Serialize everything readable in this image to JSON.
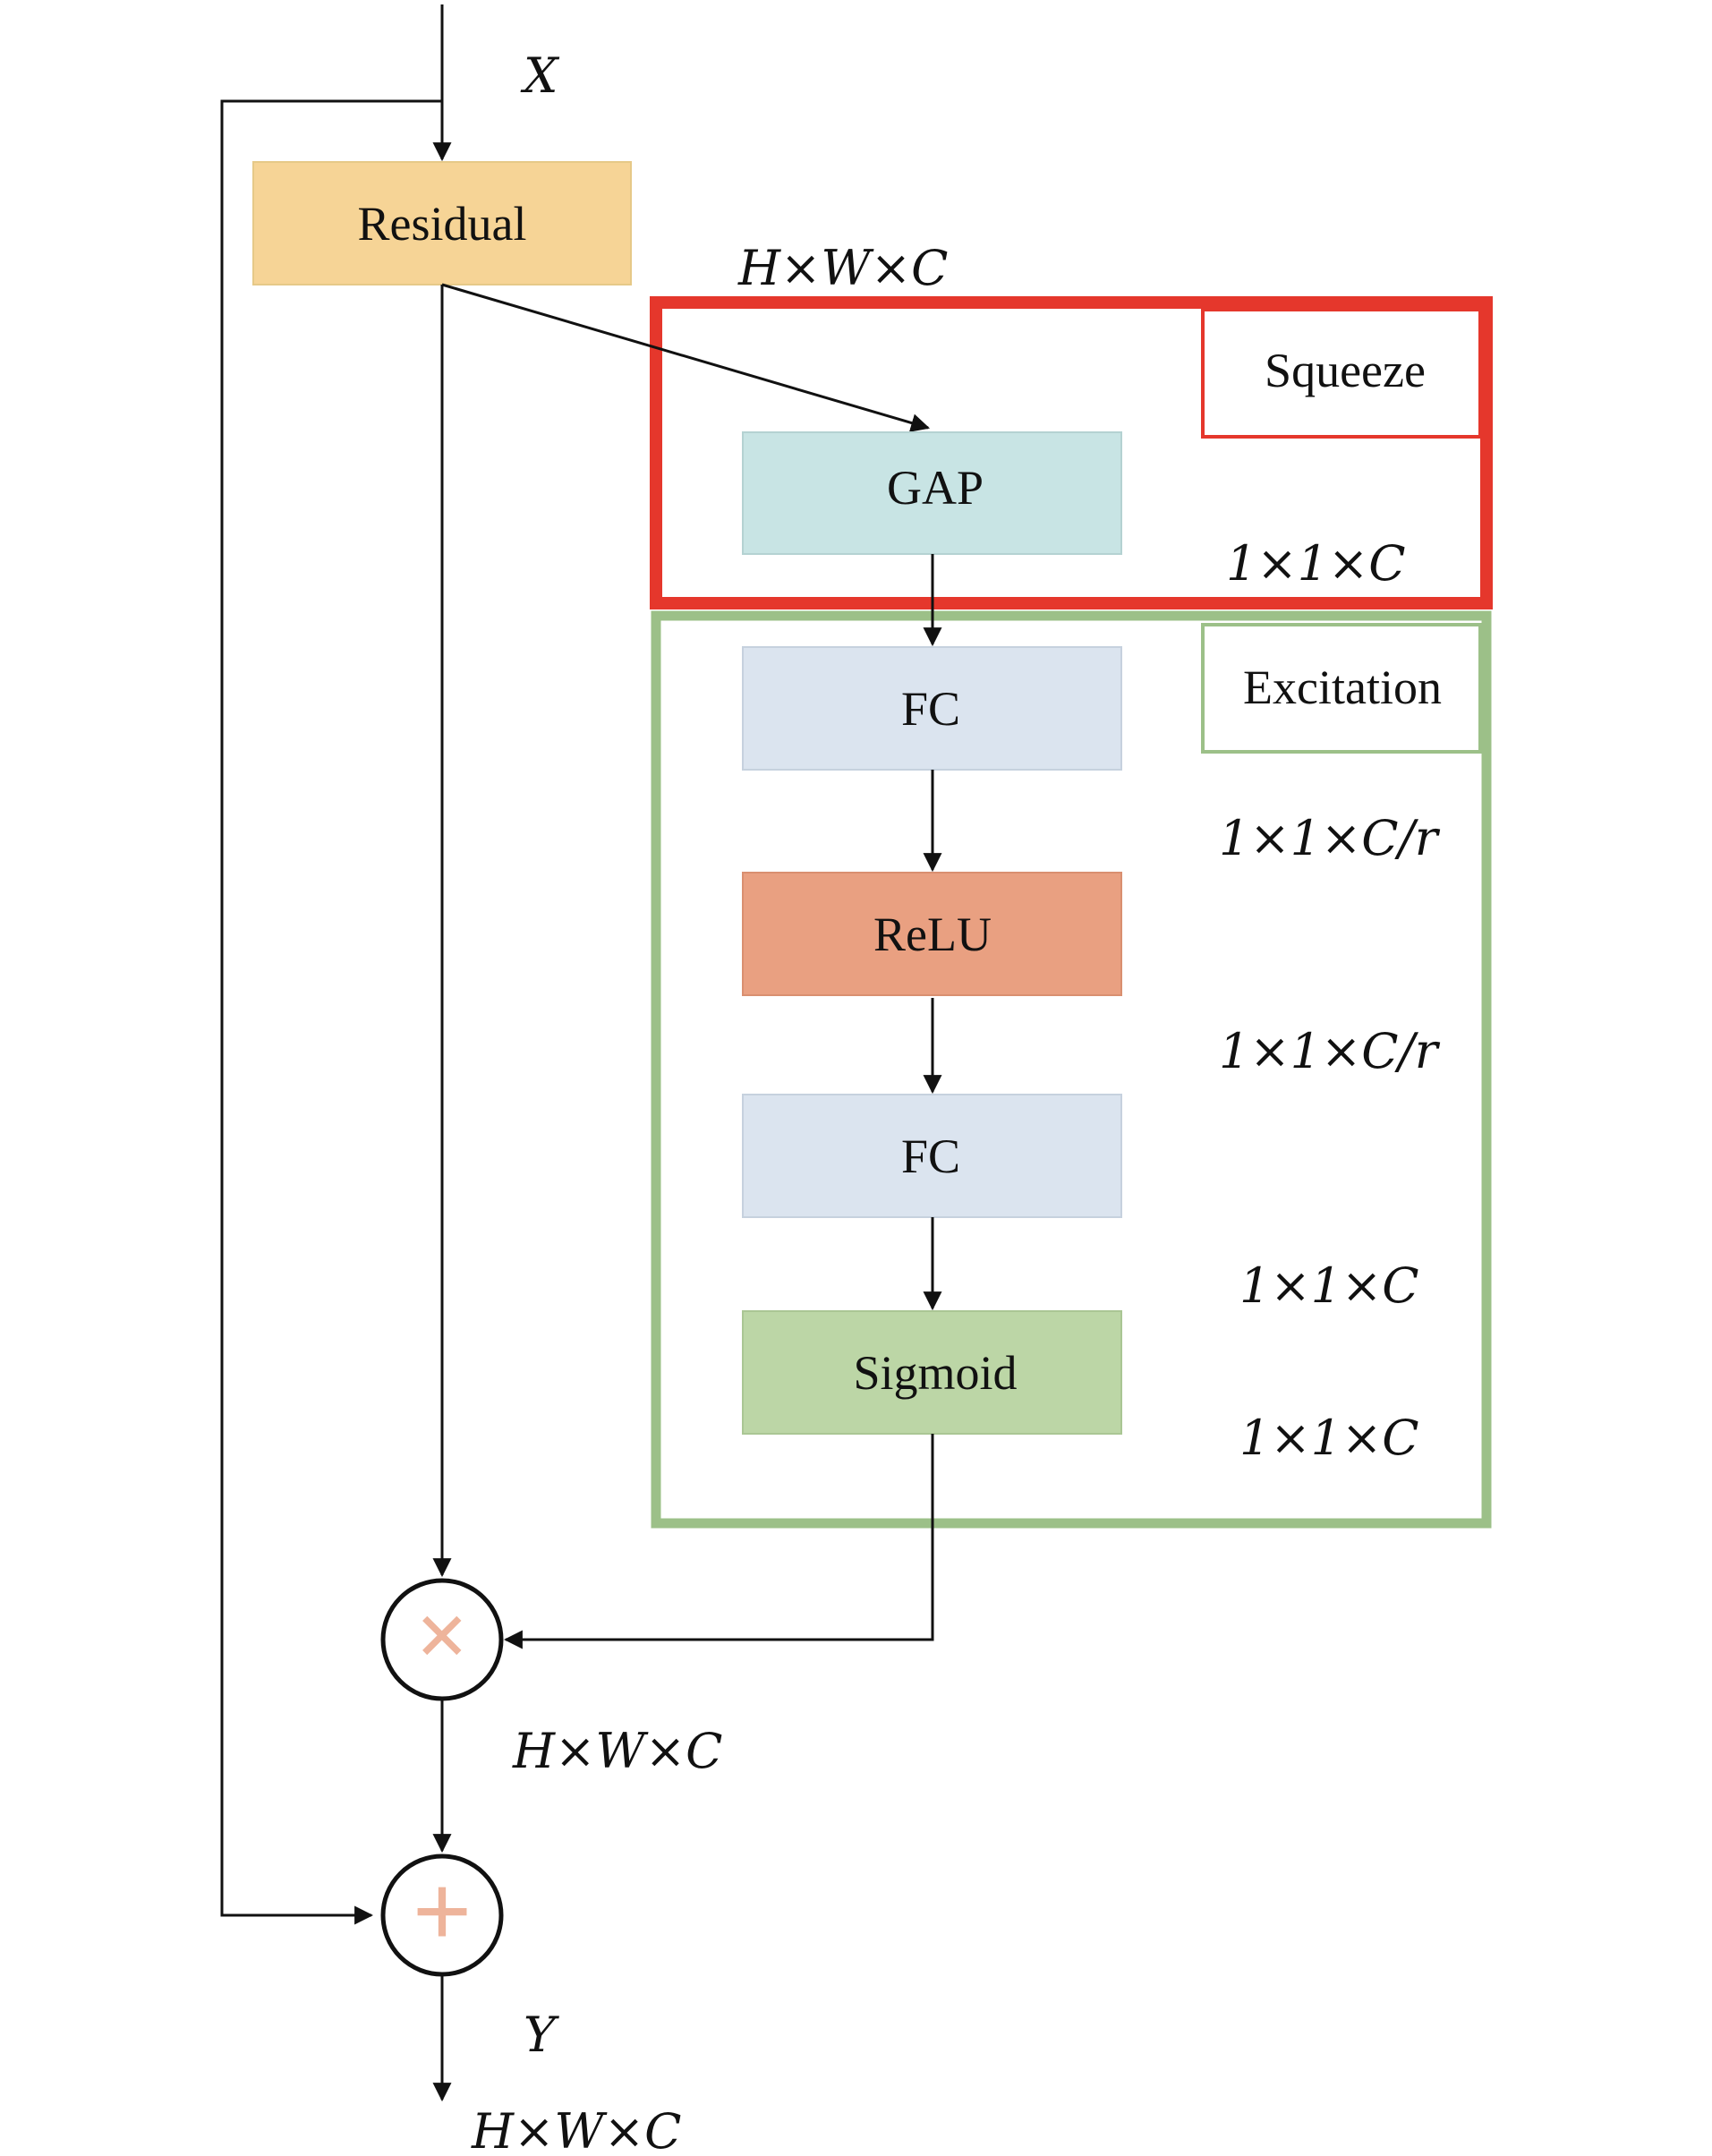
{
  "input_label": "X",
  "output_label": "Y",
  "nodes": {
    "residual": "Residual",
    "gap": "GAP",
    "fc1": "FC",
    "relu": "ReLU",
    "fc2": "FC",
    "sigmoid": "Sigmoid",
    "multiply": "×",
    "add": "+"
  },
  "groups": {
    "squeeze": "Squeeze",
    "excitation": "Excitation"
  },
  "dims": {
    "after_residual": "H×W×C",
    "after_gap": "1×1×C",
    "after_fc1": "1×1×C/r",
    "after_relu": "1×1×C/r",
    "after_fc2": "1×1×C",
    "after_sigmoid": "1×1×C",
    "after_multiply": "H×W×C",
    "output": "H×W×C"
  },
  "colors": {
    "residual_fill": "#f6d496",
    "gap_fill": "#c8e4e4",
    "fc_fill": "#dbe4ef",
    "relu_fill": "#e9a081",
    "sigmoid_fill": "#bcd6a6",
    "squeeze_border": "#e5372c",
    "excitation_border": "#9cc088",
    "operator_symbol": "#eeb49b"
  }
}
